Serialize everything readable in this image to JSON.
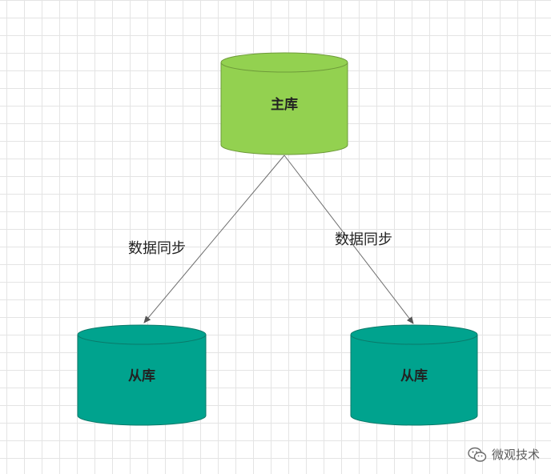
{
  "nodes": {
    "master": {
      "label": "主库",
      "color": "#93d150"
    },
    "slave_left": {
      "label": "从库",
      "color": "#00a38e"
    },
    "slave_right": {
      "label": "从库",
      "color": "#00a38e"
    }
  },
  "edges": {
    "left": {
      "label": "数据同步"
    },
    "right": {
      "label": "数据同步"
    }
  },
  "watermark": {
    "text": "微观技术",
    "icon": "wechat-icon"
  }
}
